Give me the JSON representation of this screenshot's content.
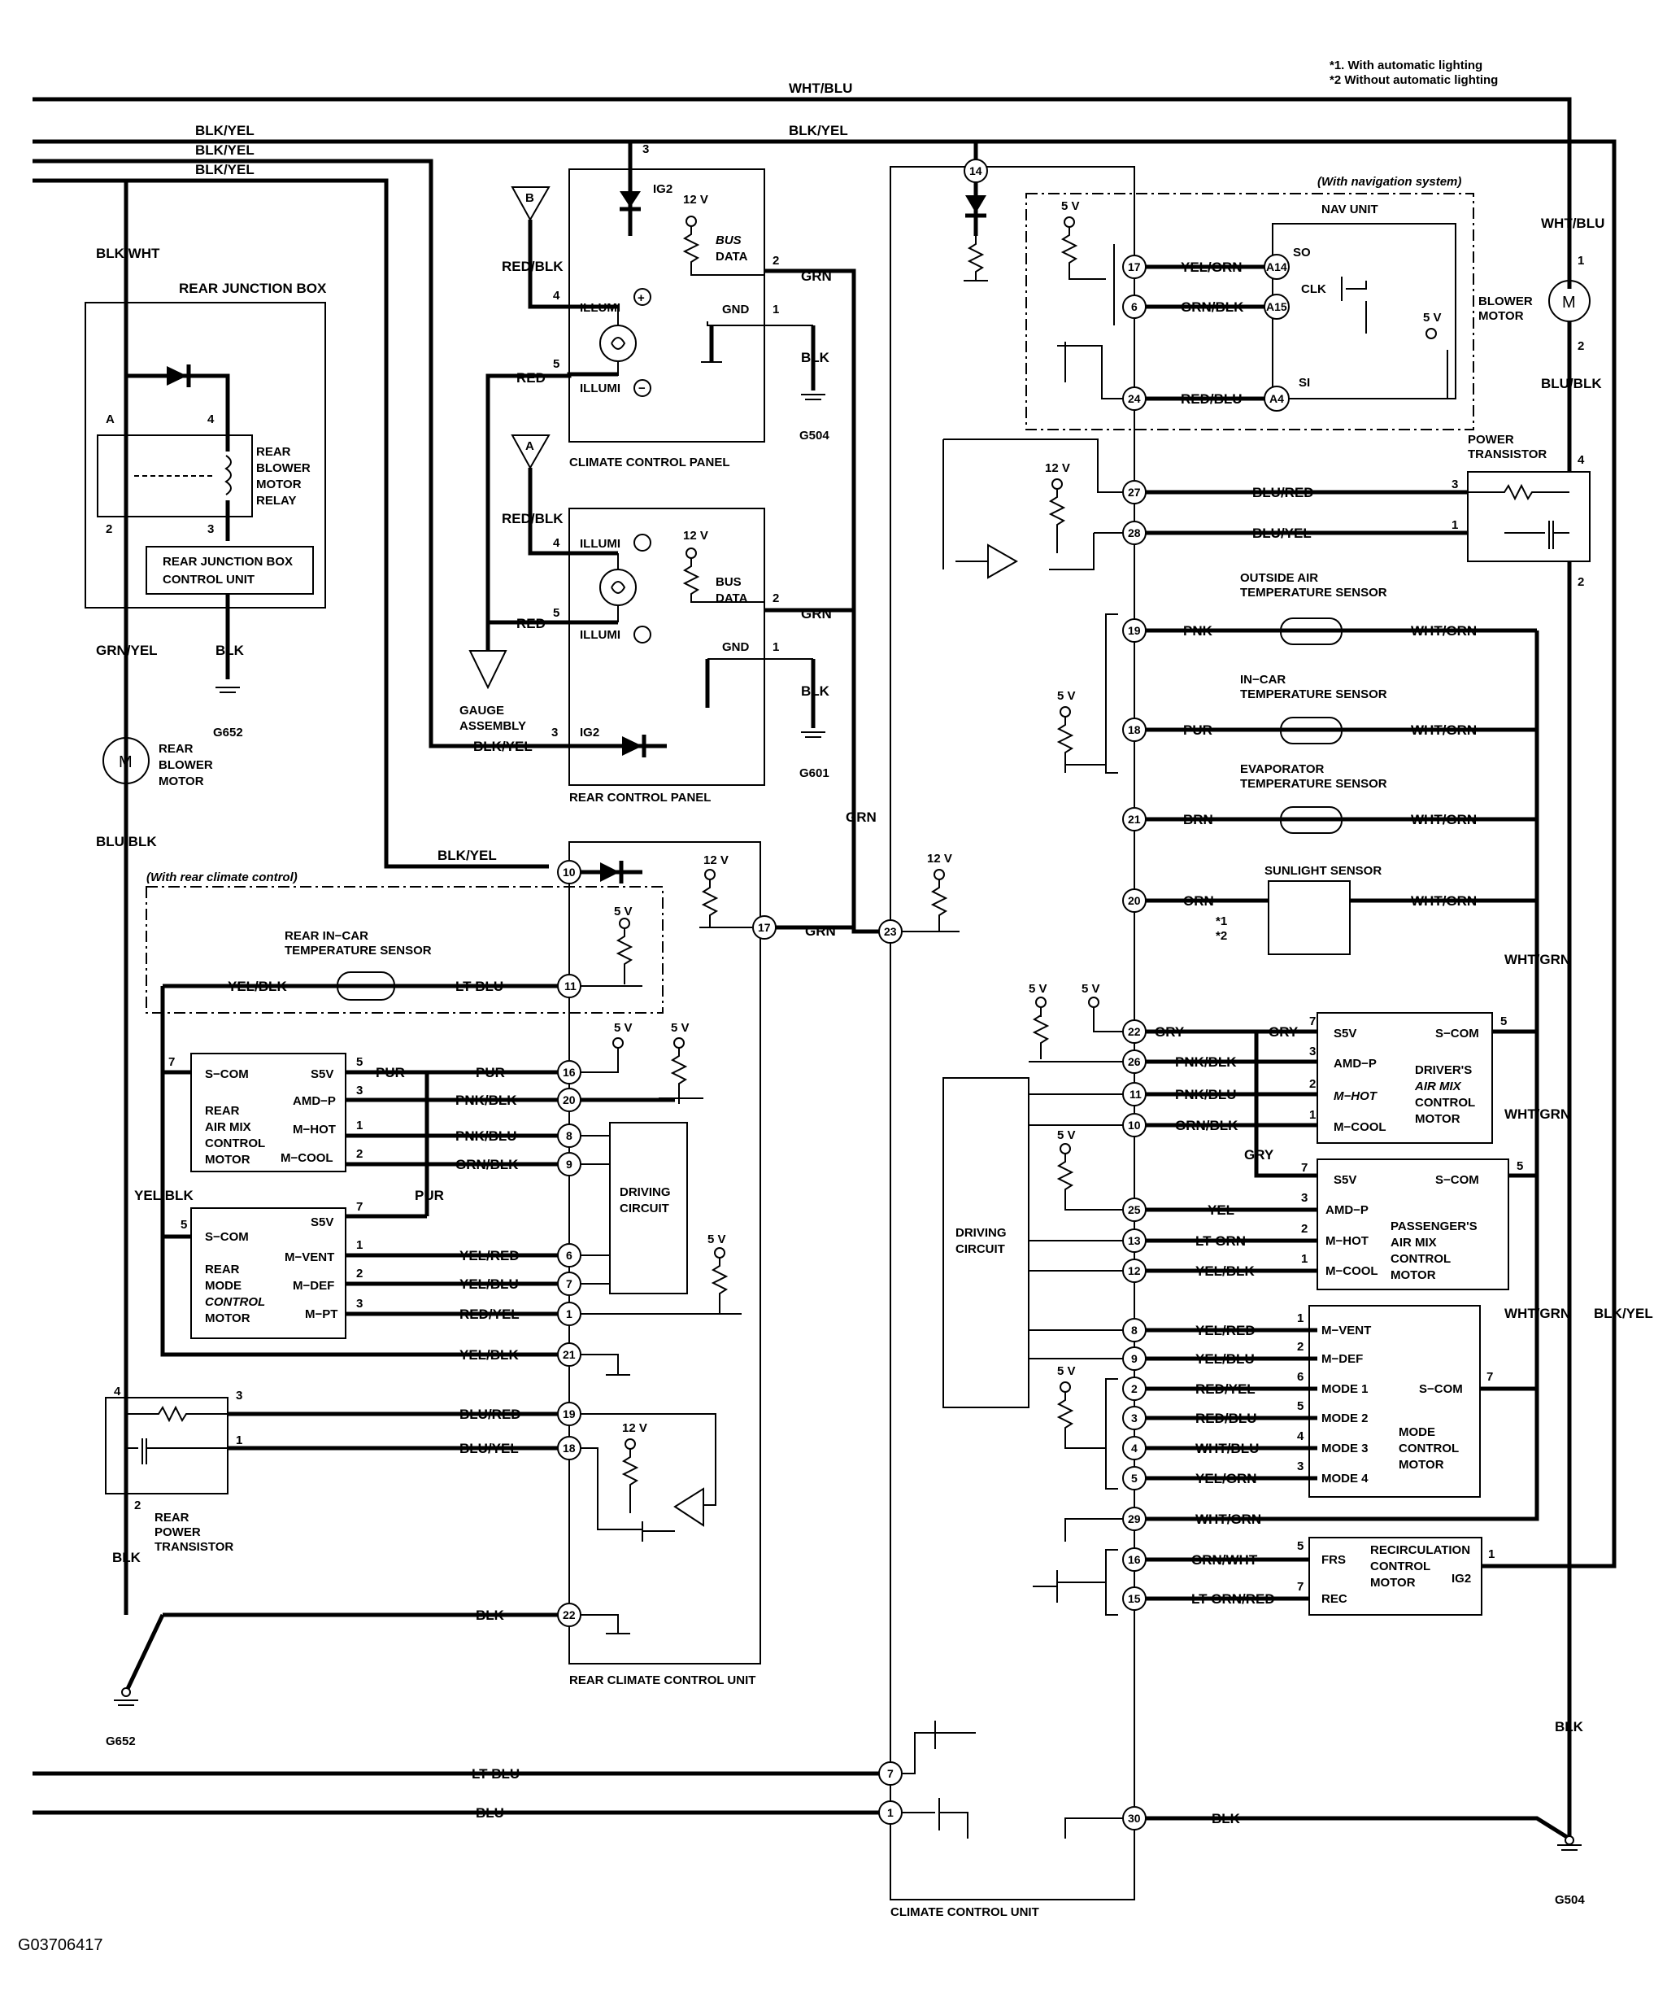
{
  "notes": {
    "n1": "*1. With automatic lighting",
    "n2": "*2  Without automatic lighting"
  },
  "figure_id": "G03706417",
  "wires": {
    "top": "WHT/BLU",
    "blk_yel": "BLK/YEL",
    "blk_wht": "BLK/WHT",
    "grn_yel": "GRN/YEL",
    "blu_blk": "BLU/BLK",
    "red_blk": "RED/BLK",
    "red": "RED",
    "grn": "GRN",
    "blk": "BLK",
    "lt_blu": "LT BLU",
    "blu": "BLU",
    "yel_blk": "YEL/BLK",
    "pur": "PUR",
    "pnk_blk": "PNK/BLK",
    "pnk_blu": "PNK/BLU",
    "grn_blk": "GRN/BLK",
    "yel_red": "YEL/RED",
    "yel_blu": "YEL/BLU",
    "red_yel": "RED/YEL",
    "blu_red": "BLU/RED",
    "blu_yel": "BLU/YEL",
    "yel_grn": "YEL/GRN",
    "red_blu": "RED/BLU",
    "wht_grn": "WHT/GRN",
    "pnk": "PNK",
    "brn": "BRN",
    "orn": "ORN",
    "gry": "GRY",
    "yel": "YEL",
    "lt_grn": "LT GRN",
    "wht_blu": "WHT/BLU",
    "grn_wht": "GRN/WHT",
    "lt_grn_red": "LT GRN/RED"
  },
  "components": {
    "rear_junction_box": "REAR JUNCTION BOX",
    "rear_blower_relay": [
      "REAR",
      "BLOWER",
      "MOTOR",
      "RELAY"
    ],
    "rjb_control": [
      "REAR JUNCTION BOX",
      "CONTROL UNIT"
    ],
    "rear_blower_motor": [
      "REAR",
      "BLOWER",
      "MOTOR"
    ],
    "climate_control_panel": "CLIMATE CONTROL PANEL",
    "rear_control_panel": "REAR CONTROL PANEL",
    "gauge_assembly": [
      "GAUGE",
      "ASSEMBLY"
    ],
    "rear_ccu": "REAR CLIMATE CONTROL UNIT",
    "ccu": "CLIMATE CONTROL UNIT",
    "with_rear": "(With rear climate control)",
    "with_nav": "(With navigation system)",
    "nav_unit": "NAV UNIT",
    "blower_motor": [
      "BLOWER",
      "MOTOR"
    ],
    "power_transistor": [
      "POWER",
      "TRANSISTOR"
    ],
    "outside_air": [
      "OUTSIDE AIR",
      "TEMPERATURE SENSOR"
    ],
    "in_car": [
      "IN−CAR",
      "TEMPERATURE SENSOR"
    ],
    "evap": [
      "EVAPORATOR",
      "TEMPERATURE SENSOR"
    ],
    "sunlight": "SUNLIGHT SENSOR",
    "rear_incar": [
      "REAR IN−CAR",
      "TEMPERATURE SENSOR"
    ],
    "rear_airmix": [
      "REAR",
      "AIR MIX",
      "CONTROL",
      "MOTOR"
    ],
    "rear_mode": [
      "REAR",
      "MODE",
      "CONTROL",
      "MOTOR"
    ],
    "driving_circuit": [
      "DRIVING",
      "CIRCUIT"
    ],
    "rear_power_transistor": [
      "REAR",
      "POWER",
      "TRANSISTOR"
    ],
    "driver_airmix": [
      "DRIVER'S",
      "AIR MIX",
      "CONTROL",
      "MOTOR"
    ],
    "pass_airmix": [
      "PASSENGER'S",
      "AIR MIX",
      "CONTROL",
      "MOTOR"
    ],
    "mode_motor": [
      "MODE",
      "CONTROL",
      "MOTOR"
    ],
    "recirc": [
      "RECIRCULATION",
      "CONTROL",
      "MOTOR"
    ]
  },
  "grounds": {
    "g504": "G504",
    "g601": "G601",
    "g652": "G652"
  },
  "labels": {
    "ig2": "IG2",
    "v12": "12 V",
    "v5": "5 V",
    "bus": "BUS",
    "data": "DATA",
    "gnd": "GND",
    "illumi": "ILLUMI",
    "s5v": "S5V",
    "scom": "S−COM",
    "amdp": "AMD−P",
    "mhot": "M−HOT",
    "mcool": "M−COOL",
    "mvent": "M−VENT",
    "mdef": "M−DEF",
    "mpt": "M−PT",
    "mode1": "MODE 1",
    "mode2": "MODE 2",
    "mode3": "MODE 3",
    "mode4": "MODE 4",
    "frs": "FRS",
    "rec": "REC",
    "so": "SO",
    "clk": "CLK",
    "si": "SI",
    "a14": "A14",
    "a15": "A15",
    "a4": "A4",
    "conn_a": "A",
    "conn_b": "B",
    "motor_m": "M",
    "star1": "*1",
    "star2": "*2"
  }
}
